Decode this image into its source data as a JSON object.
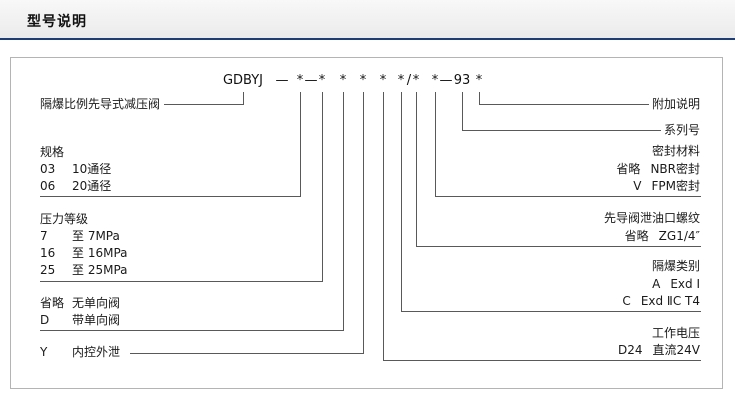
{
  "colors": {
    "accent": "#1e3e74",
    "line": "#595959"
  },
  "header": {
    "title": "型号说明"
  },
  "model_code": {
    "tokens": [
      "GDBYJ",
      "—",
      "*",
      "—",
      "*",
      "*",
      "*",
      "*",
      "*",
      "/",
      "*",
      "*",
      "—",
      "93",
      "*"
    ]
  },
  "left_labels": [
    {
      "title": "隔爆比例先导式减压阀"
    },
    {
      "title": "规格",
      "rows": [
        {
          "code": "03",
          "desc": "10通径"
        },
        {
          "code": "06",
          "desc": "20通径"
        }
      ]
    },
    {
      "title": "压力等级",
      "rows": [
        {
          "code": "7",
          "desc": "至 7MPa"
        },
        {
          "code": "16",
          "desc": "至 16MPa"
        },
        {
          "code": "25",
          "desc": "至 25MPa"
        }
      ]
    },
    {
      "rows": [
        {
          "code": "省略",
          "desc": "无单向阀"
        },
        {
          "code": "D",
          "desc": "带单向阀"
        }
      ]
    },
    {
      "rows": [
        {
          "code": "Y",
          "desc": "内控外泄"
        }
      ]
    }
  ],
  "right_labels": [
    {
      "title": "附加说明"
    },
    {
      "title": "系列号"
    },
    {
      "title": "密封材料",
      "rows": [
        {
          "code": "省略",
          "desc": "NBR密封"
        },
        {
          "code": "V",
          "desc": "FPM密封"
        }
      ]
    },
    {
      "title": "先导阀泄油口螺纹",
      "rows": [
        {
          "code": "省略",
          "desc": "ZG1/4″"
        }
      ]
    },
    {
      "title": "隔爆类别",
      "rows": [
        {
          "code": "A",
          "desc": "Exd Ⅰ"
        },
        {
          "code": "C",
          "desc": "Exd ⅡC T4"
        }
      ]
    },
    {
      "title": "工作电压",
      "rows": [
        {
          "code": "D24",
          "desc": "直流24V"
        }
      ]
    }
  ]
}
